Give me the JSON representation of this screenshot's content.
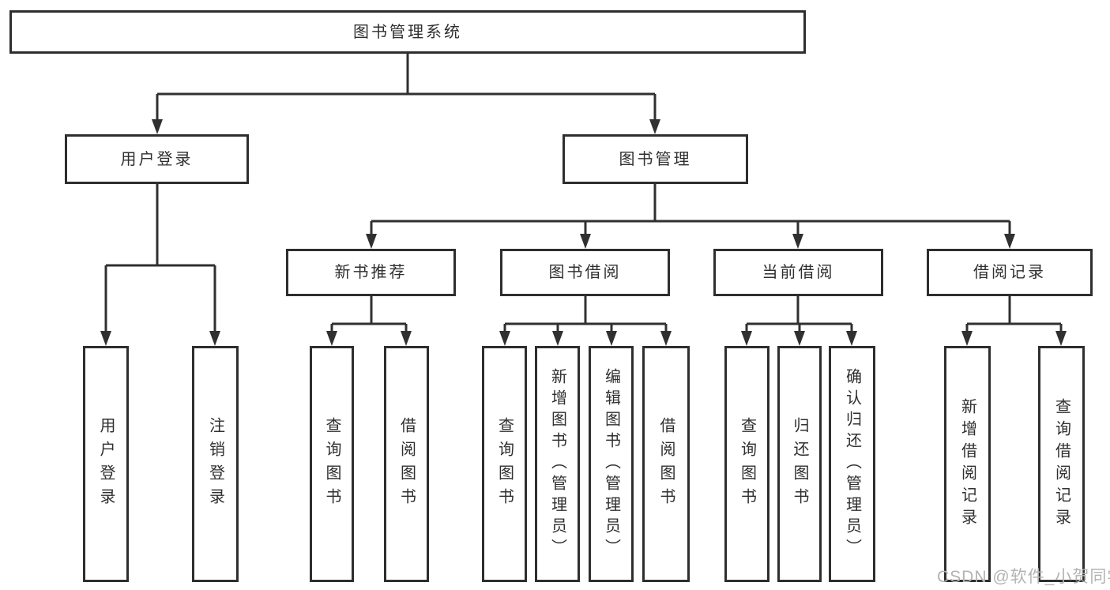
{
  "diagram": {
    "title": "图书管理系统",
    "line_color": "#303030",
    "border_color": "#2e2e2e",
    "text_color": "#2f2f2f",
    "background_color": "#ffffff",
    "nodes": {
      "root": {
        "label": "图书管理系统"
      },
      "user_login": {
        "label": "用户登录"
      },
      "book_mgmt": {
        "label": "图书管理"
      },
      "new_book_rec": {
        "label": "新书推荐"
      },
      "book_borrow": {
        "label": "图书借阅"
      },
      "current_borrow": {
        "label": "当前借阅"
      },
      "borrow_record": {
        "label": "借阅记录"
      },
      "leaf_user_login": {
        "label": "用户登录"
      },
      "leaf_logout": {
        "label": "注销登录"
      },
      "leaf_query_book_a": {
        "label": "查询图书"
      },
      "leaf_borrow_book_a": {
        "label": "借阅图书"
      },
      "leaf_query_book_b": {
        "label": "查询图书"
      },
      "leaf_add_book_admin": {
        "label": "新增图书（管理员）"
      },
      "leaf_edit_book_admin": {
        "label": "编辑图书（管理员）"
      },
      "leaf_borrow_book_b": {
        "label": "借阅图书"
      },
      "leaf_query_book_c": {
        "label": "查询图书"
      },
      "leaf_return_book": {
        "label": "归还图书"
      },
      "leaf_confirm_return_admin": {
        "label": "确认归还（管理员）"
      },
      "leaf_add_borrow_record": {
        "label": "新增借阅记录"
      },
      "leaf_query_borrow_record": {
        "label": "查询借阅记录"
      }
    }
  },
  "watermark": {
    "text": "CSDN @软件_小贺同学",
    "color": "#b3b3b3"
  }
}
